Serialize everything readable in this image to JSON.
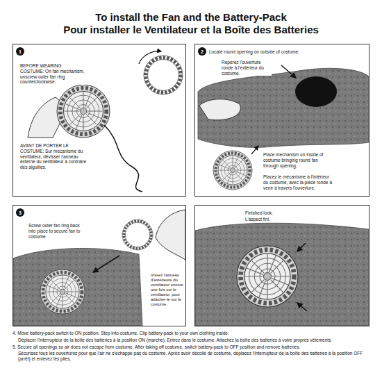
{
  "diagram": {
    "title": "To install the Fan and the Battery-Pack",
    "nodes": [
      {
        "text": [
          "BEFORE WEARING COSTUME: On fan mechanism, unscrew outer fan ring counterclockwise.",
          "AVANT DE PORTER LE COSTUME: Sur mécanisme du ventilateur, dévisser l'anneau externe du ventilateur à contraire des aiguilles."
        ]
      },
      {
        "text": [
          "1"
        ],
        "in": 0
      },
      {
        "text": [
          "Locate round opening on outside of costume.",
          "Repérez l'ouverture ronde à l'extérieur du costume.",
          "Place mechanism on inside of costume bringing round fan through opening.",
          "Placez le mécanisme à l'intérieur du costume, avec la pièce ronde à venir à travers l'ouverture."
        ]
      },
      {
        "text": [
          "2"
        ],
        "in": 2
      },
      {
        "text": [
          "Screw outer fan ring back into place to secure fan to costume.",
          "Vissez l'anneau d'extérieure du ventilateur encore une fois sur le ventilateur, pour attacher-le sur le costume."
        ]
      },
      {
        "text": [
          "3"
        ],
        "in": 4
      },
      {
        "text": [
          "Finished look.",
          "L'aspect fini."
        ]
      }
    ],
    "labels": [
      "Pour installer le Ventilateur et la Boîte des Batteries",
      "4. Move battery-pack switch to ON position. Step into costume. Clip battery-pack to your own clothing inside.",
      "Déplacer l'interrupteur de la boîte des batteries à la position ON (marche). Entrez dans le costume. Attachez la boîte des batteries à votre propres vêtements.",
      "5. Secure all openings so air does not escape from costume. After taking off costume, switch battery-pack to OFF position and remove batteries.",
      "Sécurisez tous les ouvertures pour que l'air ne s'échappe pas du costume. Après avoir décollé de costume, déplacez l'interrupteur de la boîte des batteries à la position OFF (arrêt) et enlevez les piles."
    ]
  }
}
